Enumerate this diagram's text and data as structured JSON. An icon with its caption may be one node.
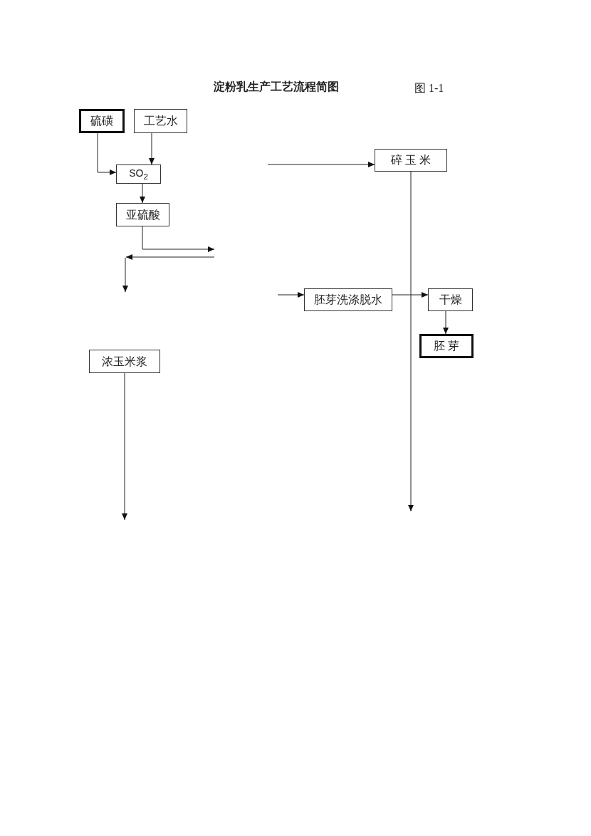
{
  "diagram": {
    "title": "淀粉乳生产工艺流程简图",
    "nodes": [
      {
        "text": [
          "硫磺"
        ]
      },
      {
        "text": [
          "工艺水"
        ]
      },
      {
        "text": [
          "SO$_{2}$"
        ]
      },
      {
        "text": [
          "亚硫酸"
        ]
      },
      {
        "text": [
          "碎 玉 米"
        ]
      },
      {
        "text": [
          "胚芽洗涤脱水"
        ]
      },
      {
        "text": [
          "干燥"
        ]
      },
      {
        "text": [
          "胚 芽"
        ]
      },
      {
        "text": [
          "浓玉米浆"
        ]
      }
    ],
    "edges": [
      {
        "from": 0,
        "to": 2,
        "arrow": "to"
      },
      {
        "from": 1,
        "to": 2,
        "arrow": "to"
      },
      {
        "from": 2,
        "to": 3,
        "arrow": "to"
      },
      {
        "from": 3,
        "to": null,
        "arrow": "to"
      },
      {
        "from": null,
        "to": 4,
        "arrow": "to"
      },
      {
        "from": 4,
        "to": null,
        "arrow": "to"
      },
      {
        "from": null,
        "to": 5,
        "arrow": "to"
      },
      {
        "from": 5,
        "to": 6,
        "arrow": "to"
      },
      {
        "from": 6,
        "to": 7,
        "arrow": "to"
      },
      {
        "from": 8,
        "to": null,
        "arrow": "to"
      }
    ],
    "labels": [
      "图 1-1"
    ]
  }
}
